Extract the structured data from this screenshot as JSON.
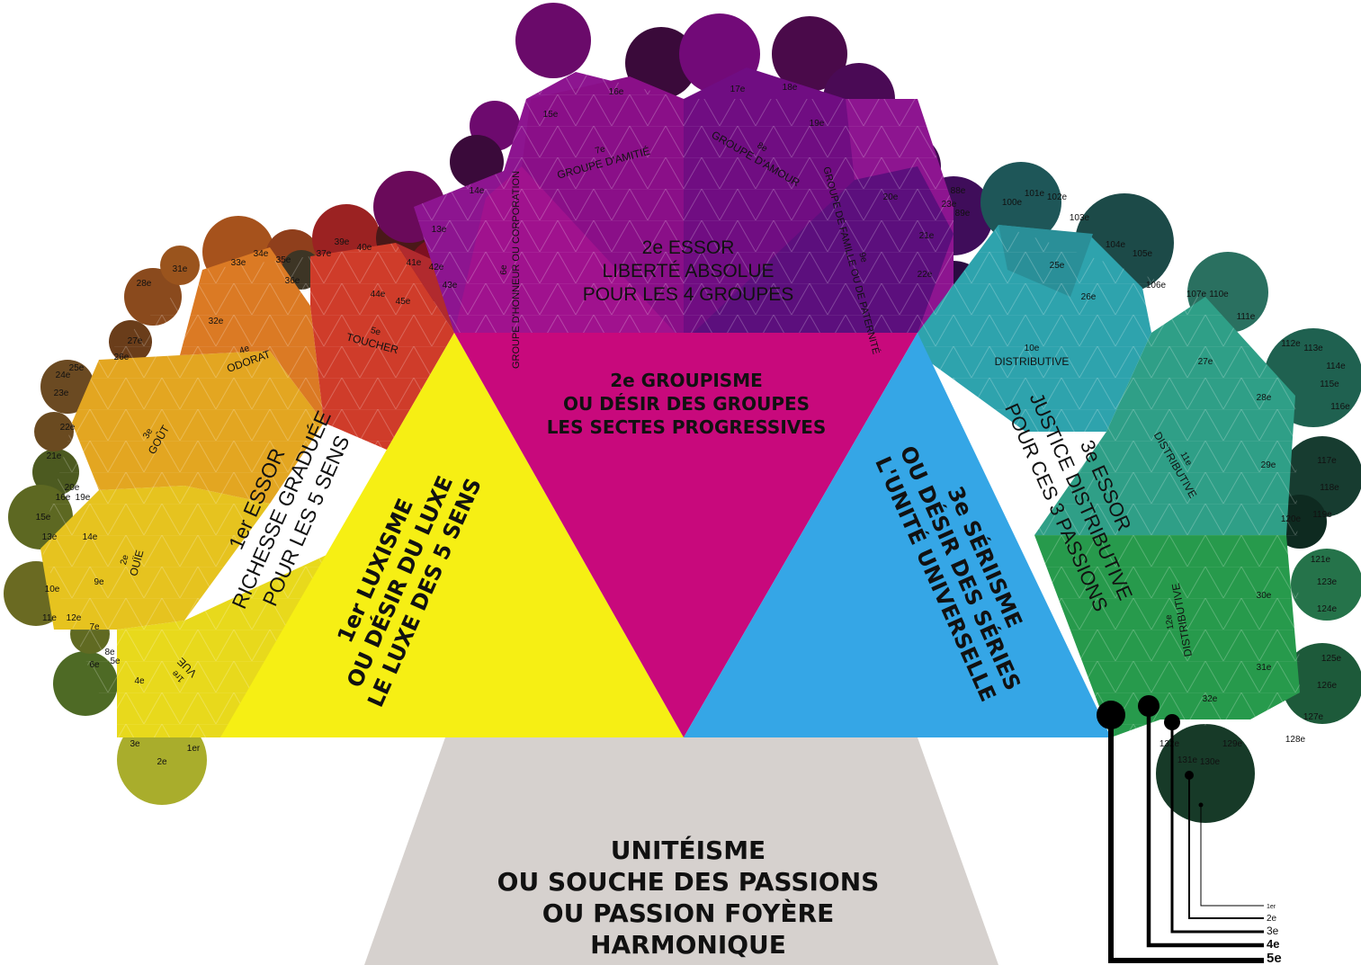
{
  "trunk": {
    "lines": [
      "UNITÉISME",
      "OU SOUCHE DES PASSIONS",
      "OU PASSION FOYÈRE",
      "HARMONIQUE"
    ],
    "color": "#d6d1ce"
  },
  "luxisme": {
    "lines": [
      "1er LUXISME",
      "OU DÉSIR DU LUXE",
      "LE LUXE DES 5 SENS"
    ],
    "color": "#f6ef14"
  },
  "groupisme": {
    "lines": [
      "2e GROUPISME",
      "OU DÉSIR DES GROUPES",
      "LES SECTES PROGRESSIVES"
    ],
    "color": "#c8097c"
  },
  "seriisme": {
    "lines": [
      "3e SÉRIISME",
      "OU DÉSIR DES SÉRIES",
      "L'UNITÉ UNIVERSELLE"
    ],
    "color": "#35a6e6"
  },
  "essor1": {
    "lines": [
      "1er ESSOR",
      "RICHESSE GRADUÉE",
      "POUR LES 5 SENS"
    ],
    "groups": [
      {
        "num": "1re",
        "name": "VUE",
        "color": "#e8d91c"
      },
      {
        "num": "2e",
        "name": "OUÏE",
        "color": "#e6c31f"
      },
      {
        "num": "3e",
        "name": "GOÛT",
        "color": "#e3a621"
      },
      {
        "num": "4e",
        "name": "ODORAT",
        "color": "#db7a24"
      },
      {
        "num": "5e",
        "name": "TOUCHER",
        "color": "#cf3c2a"
      }
    ],
    "small_labels": [
      "1er",
      "2e",
      "3e",
      "4e",
      "5e",
      "6e",
      "7e",
      "8e",
      "9e",
      "10e",
      "11e",
      "12e",
      "13e",
      "14e",
      "15e",
      "16e",
      "19e",
      "20e",
      "21e",
      "22e",
      "23e",
      "24e",
      "25e",
      "26e",
      "27e",
      "28e",
      "31e",
      "32e",
      "33e",
      "34e",
      "35e",
      "36e",
      "37e",
      "39e",
      "40e",
      "41e",
      "42e",
      "43e",
      "44e",
      "45e"
    ]
  },
  "essor2": {
    "lines": [
      "2e ESSOR",
      "LIBERTÉ ABSOLUE",
      "POUR LES 4 GROUPES"
    ],
    "groups": [
      {
        "num": "6e",
        "name": "GROUPE D'HONNEUR OU CORPORATION"
      },
      {
        "num": "7e",
        "name": "GROUPE D'AMITIÉ"
      },
      {
        "num": "8e",
        "name": "GROUPE D'AMOUR"
      },
      {
        "num": "9e",
        "name": "GROUPE DE FAMILLE OU DE PATERNITÉ"
      }
    ],
    "small_labels": [
      "13e",
      "14e",
      "15e",
      "16e",
      "17e",
      "18e",
      "19e",
      "20e",
      "21e",
      "22e",
      "23e",
      "88e",
      "89e"
    ],
    "color": "#8a1590"
  },
  "essor3": {
    "lines": [
      "3e ESSOR",
      "JUSTICE DISTRIBUTIVE",
      "POUR CES 3 PASSIONS"
    ],
    "groups": [
      {
        "num": "10e",
        "name": "DISTRIBUTIVE",
        "color": "#2ea3ad"
      },
      {
        "num": "11e",
        "name": "DISTRIBUTIVE",
        "color": "#2f9f87"
      },
      {
        "num": "12e",
        "name": "DISTRIBUTIVE",
        "color": "#279a4c"
      }
    ],
    "small_labels": [
      "25e",
      "26e",
      "27e",
      "28e",
      "29e",
      "30e",
      "31e",
      "32e",
      "100e",
      "101e",
      "102e",
      "103e",
      "104e",
      "105e",
      "106e",
      "107e",
      "110e",
      "111e",
      "112e",
      "113e",
      "114e",
      "115e",
      "116e",
      "117e",
      "118e",
      "119e",
      "120e",
      "121e",
      "123e",
      "124e",
      "125e",
      "126e",
      "127e",
      "128e",
      "129e",
      "130e",
      "131e",
      "132e"
    ]
  },
  "legend": {
    "items": [
      "1er",
      "2e",
      "3e",
      "4e",
      "5e"
    ]
  }
}
